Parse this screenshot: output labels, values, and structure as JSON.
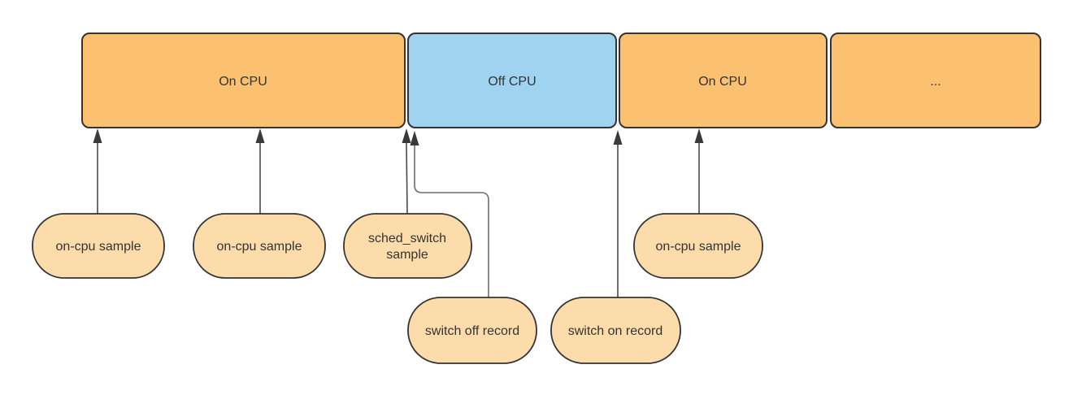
{
  "colors": {
    "on_cpu_fill": "#FBC171",
    "off_cpu_fill": "#A0D3F0",
    "annotation_fill": "#FDDCAB",
    "outline": "#333333",
    "connector_line": "#4a4a4a",
    "curved_connector_line": "#6e6e6e",
    "text": "#333333",
    "canvas": "#ffffff"
  },
  "timeline": {
    "segments": [
      {
        "label": "On CPU",
        "state": "on-cpu"
      },
      {
        "label": "Off CPU",
        "state": "off-cpu"
      },
      {
        "label": "On CPU",
        "state": "on-cpu"
      },
      {
        "label": "...",
        "state": "on-cpu"
      }
    ]
  },
  "annotations": [
    {
      "label": "on-cpu sample",
      "points_to": "segment-0"
    },
    {
      "label": "on-cpu sample",
      "points_to": "segment-0"
    },
    {
      "label": "sched_switch sample",
      "lines": [
        "sched_switch",
        "sample"
      ],
      "points_to": "segment-0-end"
    },
    {
      "label": "switch off record",
      "points_to": "segment-1-start"
    },
    {
      "label": "switch on record",
      "points_to": "segment-2-start"
    },
    {
      "label": "on-cpu sample",
      "points_to": "segment-2"
    }
  ]
}
